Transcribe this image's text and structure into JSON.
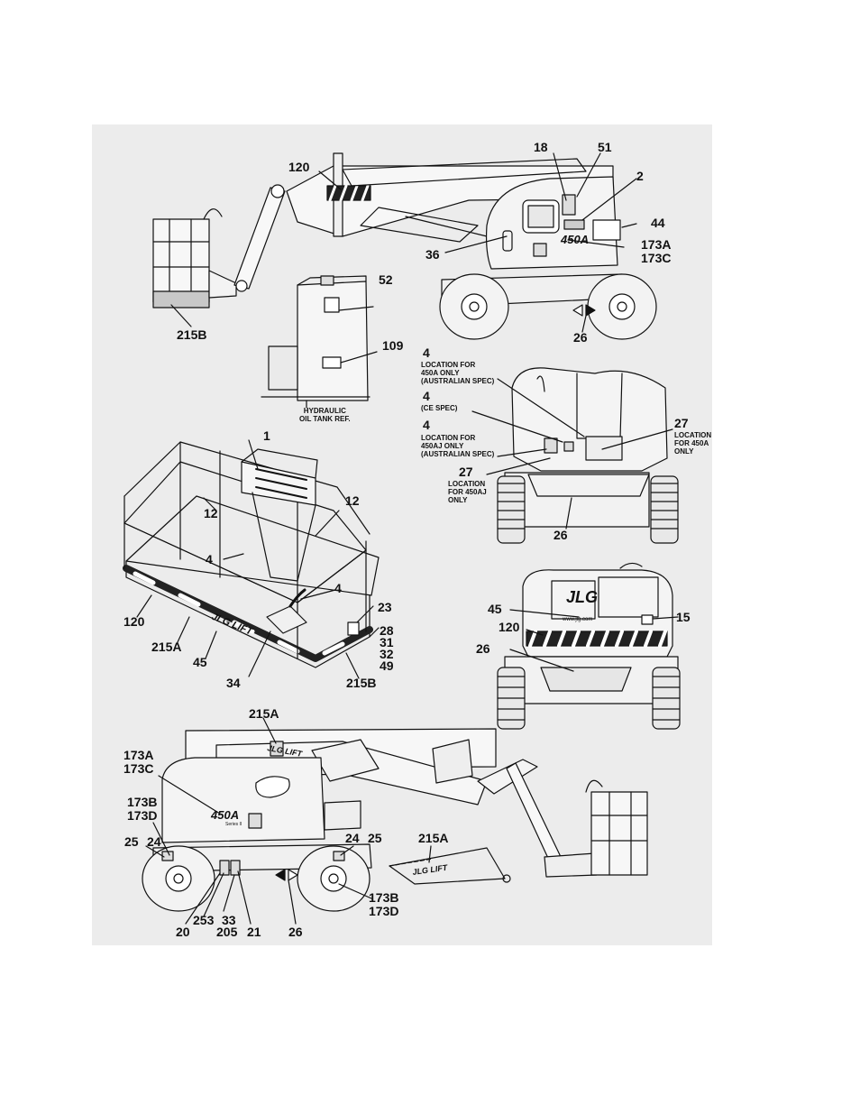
{
  "callouts": {
    "top_right": [
      "18",
      "51",
      "2",
      "44",
      "173A",
      "173C",
      "36",
      "26"
    ],
    "top_left": [
      "120",
      "215B",
      "52",
      "109"
    ],
    "mid_left": [
      "1",
      "12",
      "12",
      "4",
      "4",
      "23",
      "28",
      "31",
      "32",
      "49",
      "120",
      "215A",
      "45",
      "34",
      "215B"
    ],
    "mid_right": [
      "4",
      "4",
      "4",
      "27",
      "27",
      "26"
    ],
    "rear": [
      "45",
      "120",
      "15",
      "26"
    ],
    "bottom": [
      "215A",
      "173A",
      "173C",
      "173B",
      "173D",
      "25",
      "24",
      "24",
      "25",
      "215A",
      "173B",
      "173D",
      "20",
      "253",
      "33",
      "205",
      "21",
      "26"
    ]
  },
  "notes": {
    "hydraulic": "HYDRAULIC\nOIL TANK REF.",
    "loc_450a_aus": "LOCATION FOR\n450A ONLY\n(AUSTRALIAN SPEC)",
    "ce_spec": "(CE SPEC)",
    "loc_450aj_aus": "LOCATION FOR\n450AJ ONLY\n(AUSTRALIAN SPEC)",
    "loc_450a_only": "LOCATION\nFOR 450A\nONLY",
    "loc_450aj_only": "LOCATION\nFOR 450AJ\nONLY"
  },
  "decals": {
    "jlg": "JLG",
    "jlg_lift": "JLG LIFT",
    "model": "450A",
    "series": "Series II",
    "web": "www.jlg.com"
  }
}
